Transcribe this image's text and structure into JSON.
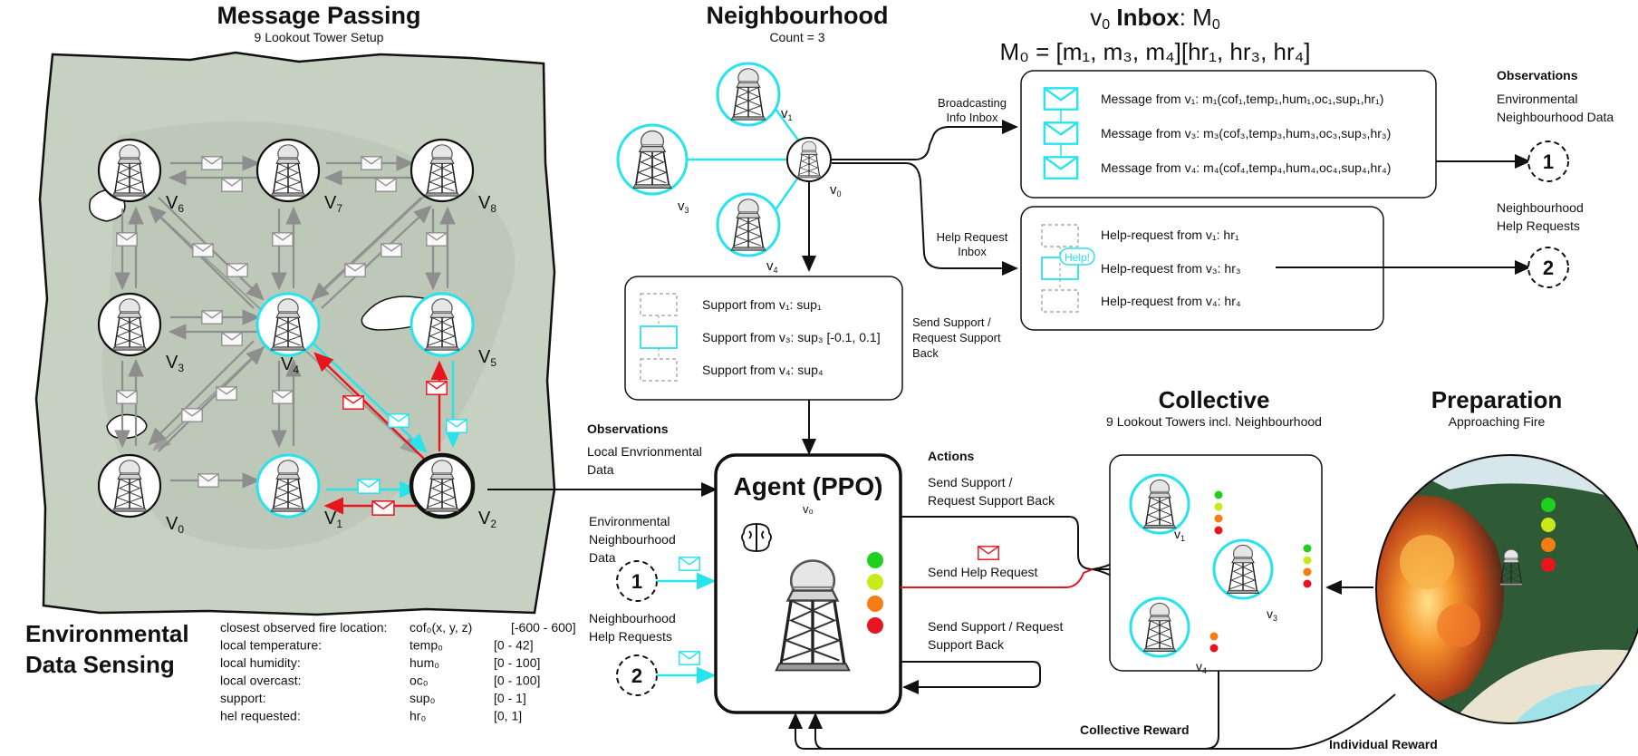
{
  "message_passing": {
    "title": "Message Passing",
    "subtitle": "9 Lookout Tower Setup",
    "towers": [
      {
        "id": "v6",
        "label": "V",
        "sub": "6"
      },
      {
        "id": "v7",
        "label": "V",
        "sub": "7"
      },
      {
        "id": "v8",
        "label": "V",
        "sub": "8"
      },
      {
        "id": "v3",
        "label": "V",
        "sub": "3"
      },
      {
        "id": "v4",
        "label": "V",
        "sub": "4"
      },
      {
        "id": "v5",
        "label": "V",
        "sub": "5"
      },
      {
        "id": "v0",
        "label": "V",
        "sub": "0"
      },
      {
        "id": "v1",
        "label": "V",
        "sub": "1"
      },
      {
        "id": "v2",
        "label": "V",
        "sub": "2"
      }
    ]
  },
  "neighbourhood": {
    "title": "Neighbourhood",
    "subtitle": "Count = 3",
    "nodes": [
      {
        "label": "v",
        "sub": "1"
      },
      {
        "label": "v",
        "sub": "3"
      },
      {
        "label": "v",
        "sub": "4"
      },
      {
        "label": "v",
        "sub": "0"
      }
    ]
  },
  "inbox": {
    "title_v": "v",
    "title_sub": "0",
    "title_bold": " Inbox",
    "title_rest": ": M",
    "title_rest_sub": "0",
    "formula": "M₀ = [m₁, m₃, m₄][hr₁, hr₃, hr₄]",
    "broadcast_label_1": "Broadcasting",
    "broadcast_label_2": "Info Inbox",
    "messages": [
      "Message from v₁: m₁(cof₁,temp₁,hum₁,oc₁,sup₁,hr₁)",
      "Message from v₃: m₃(cof₃,temp₃,hum₃,oc₃,sup₃,hr₃)",
      "Message from v₄: m₄(cof₄,temp₄,hum₄,oc₄,sup₄,hr₄)"
    ],
    "help_label_1": "Help Request",
    "help_label_2": "Inbox",
    "help_requests": [
      "Help-request from v₁: hr₁",
      "Help-request from v₃: hr₃",
      "Help-request from v₄: hr₄"
    ],
    "help_badge": "Help!"
  },
  "observations_right": {
    "title": "Observations",
    "env_1": "Environmental",
    "env_2": "Neighbourhood Data",
    "help_1": "Neighbourhood",
    "help_2": "Help Requests",
    "num1": "1",
    "num2": "2"
  },
  "support": {
    "items": [
      "Support from v₁: sup₁",
      "Support from v₃: sup₃ [-0.1, 0.1]",
      "Support from v₄: sup₄"
    ],
    "side_1": "Send Support /",
    "side_2": "Request Support",
    "side_3": "Back"
  },
  "agent": {
    "title": "Agent (PPO)",
    "subtitle": "v₀",
    "obs_title": "Observations",
    "obs_local_1": "Local Envrionmental",
    "obs_local_2": "Data",
    "obs_env_1": "Environmental",
    "obs_env_2": "Neighbourhood",
    "obs_env_3": "Data",
    "obs_help_1": "Neighbourhood",
    "obs_help_2": "Help Requests",
    "num1": "1",
    "num2": "2",
    "status_colors": [
      "#1fd11f",
      "#c8ea1a",
      "#f57d12",
      "#e8141e"
    ]
  },
  "actions": {
    "title": "Actions",
    "a1_1": "Send Support /",
    "a1_2": "Request Support Back",
    "a2": "Send Help Request",
    "a3_1": "Send Support / Request",
    "a3_2": "Support Back"
  },
  "collective": {
    "title": "Collective",
    "subtitle": "9 Lookout Towers incl. Neighbourhood",
    "nodes": [
      {
        "label": "v",
        "sub": "1"
      },
      {
        "label": "v",
        "sub": "3"
      },
      {
        "label": "v",
        "sub": "4"
      }
    ],
    "reward": "Collective Reward"
  },
  "preparation": {
    "title": "Preparation",
    "subtitle": "Approaching Fire",
    "reward": "Individual Reward"
  },
  "sensing": {
    "title_1": "Environmental",
    "title_2": "Data Sensing",
    "rows": [
      {
        "name": "closest observed fire location:",
        "var": "cof₀(x, y, z)",
        "range": "[-600 - 600]"
      },
      {
        "name": "local temperature:",
        "var": "temp₀",
        "range": "[0 - 42]"
      },
      {
        "name": "local humidity:",
        "var": "hum₀",
        "range": "[0 - 100]"
      },
      {
        "name": "local overcast:",
        "var": "oc₀",
        "range": "[0 - 100]"
      },
      {
        "name": "support:",
        "var": "sup₀",
        "range": "[0 - 1]"
      },
      {
        "name": "hel requested:",
        "var": "hr₀",
        "range": "[0, 1]"
      }
    ]
  },
  "colors": {
    "cyan": "#27e3ec",
    "red": "#e8141e",
    "gray": "#9a9a9a"
  }
}
